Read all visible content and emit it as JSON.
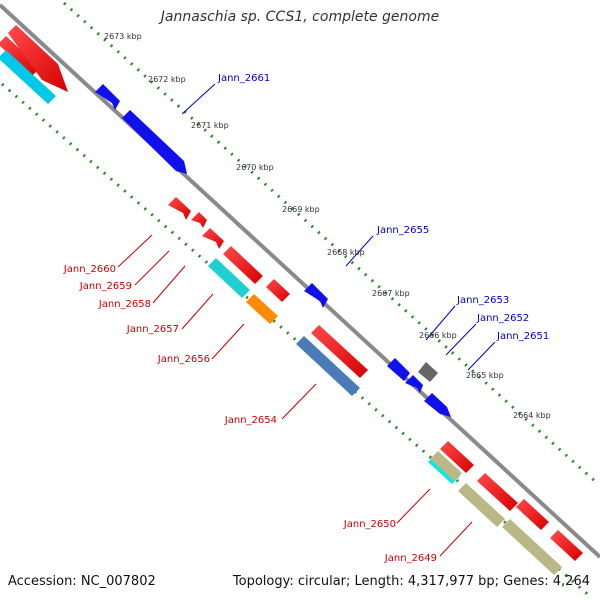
{
  "title": "Jannaschia sp. CCS1, complete genome",
  "footer": {
    "accession": "Accession: NC_007802",
    "summary": "Topology: circular; Length: 4,317,977 bp; Genes: 4,264"
  },
  "colors": {
    "backbone": "#8a8a8a",
    "tick": "#2e8b2e",
    "forward_label": "#0000cc",
    "reverse_label": "#cc0000",
    "kbp_label": "#333333"
  },
  "kbp_labels": [
    "2673 kbp",
    "2672 kbp",
    "2671 kbp",
    "2670 kbp",
    "2669 kbp",
    "2668 kbp",
    "2667 kbp",
    "2666 kbp",
    "2665 kbp",
    "2664 kbp"
  ],
  "gene_labels": {
    "forward": [
      "Jann_2661",
      "Jann_2655",
      "Jann_2653",
      "Jann_2652",
      "Jann_2651"
    ],
    "reverse": [
      "Jann_2660",
      "Jann_2659",
      "Jann_2658",
      "Jann_2657",
      "Jann_2656",
      "Jann_2654",
      "Jann_2650",
      "Jann_2649"
    ]
  }
}
